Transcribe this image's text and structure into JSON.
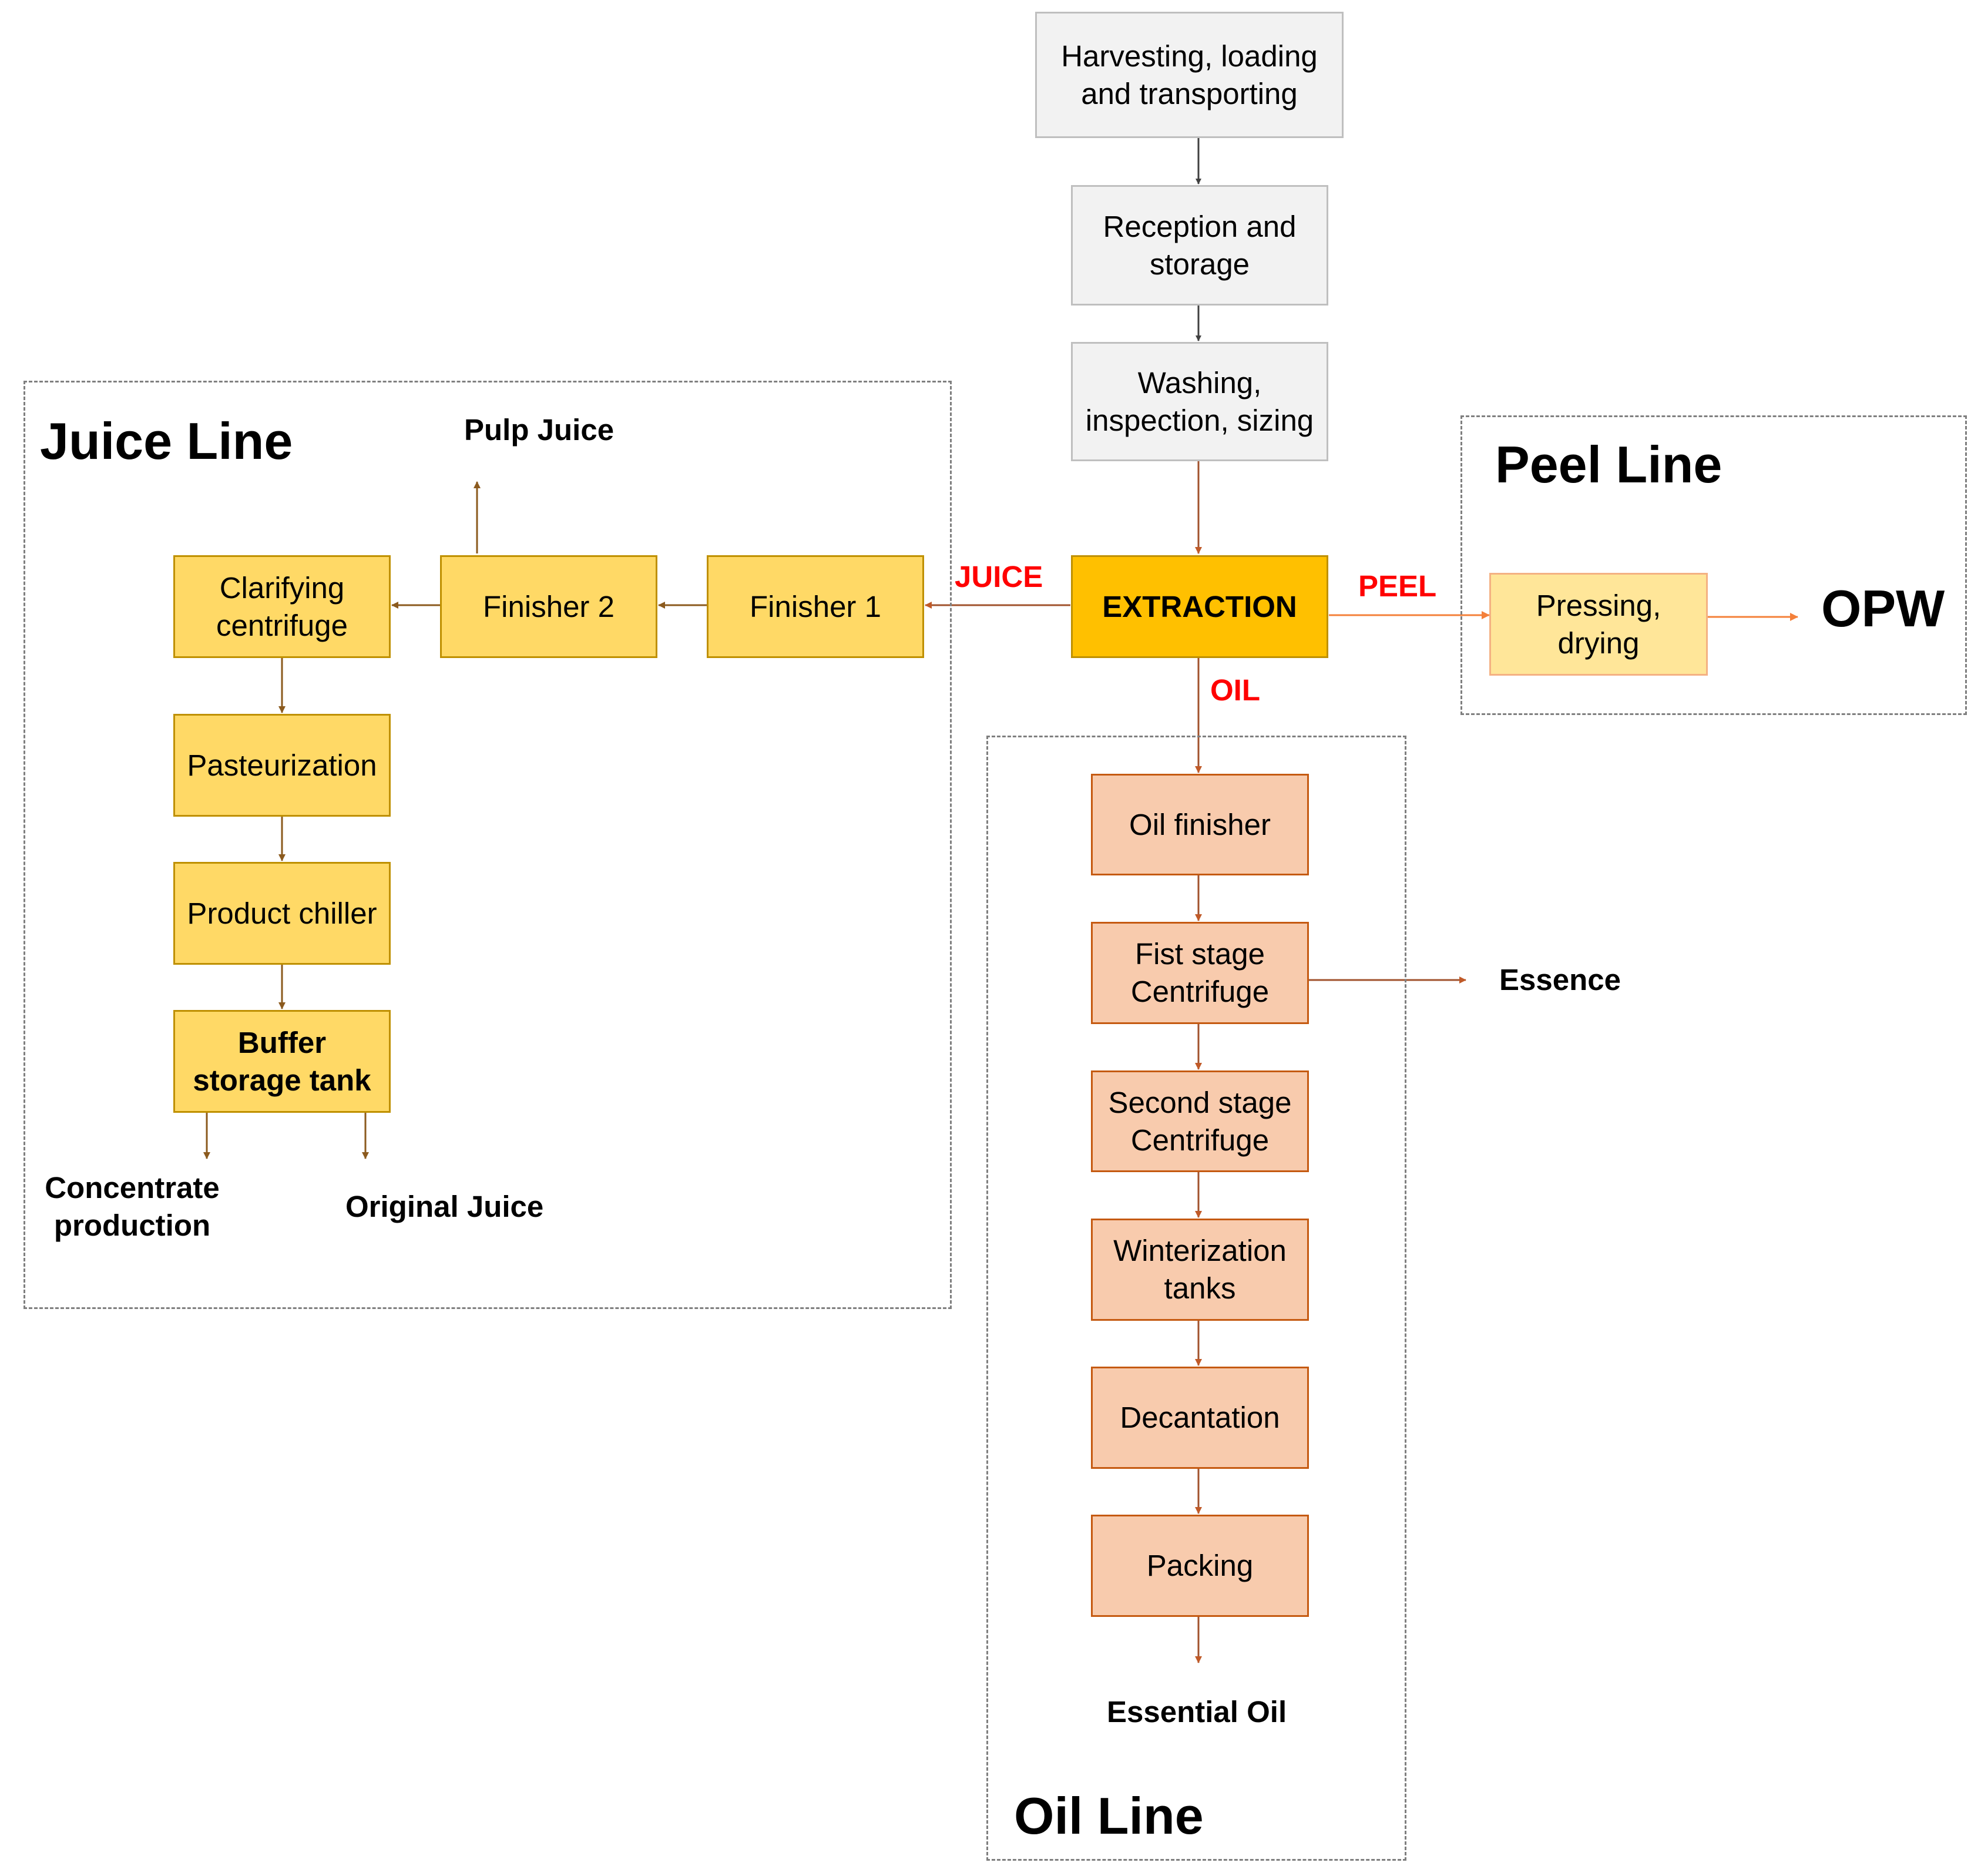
{
  "sections": {
    "juice_line": "Juice Line",
    "peel_line": "Peel Line",
    "oil_line": "Oil Line"
  },
  "streams": {
    "juice": "JUICE",
    "peel": "PEEL",
    "oil": "OIL"
  },
  "steps": {
    "harvesting": "Harvesting, loading\nand transporting",
    "reception": "Reception and\nstorage",
    "washing": "Washing,\ninspection, sizing",
    "extraction": "EXTRACTION",
    "finisher1": "Finisher 1",
    "finisher2": "Finisher 2",
    "clarifying": "Clarifying\ncentrifuge",
    "pasteurization": "Pasteurization",
    "chiller": "Product chiller",
    "buffer": "Buffer\nstorage tank",
    "pressing": "Pressing,\ndrying",
    "oil_finisher": "Oil finisher",
    "first_centrifuge": "Fist stage\nCentrifuge",
    "second_centrifuge": "Second stage\nCentrifuge",
    "winterization": "Winterization\ntanks",
    "decantation": "Decantation",
    "packing": "Packing"
  },
  "products": {
    "pulp_juice": "Pulp Juice",
    "concentrate": "Concentrate\nproduction",
    "original_juice": "Original Juice",
    "opw": "OPW",
    "essence": "Essence",
    "essential_oil": "Essential Oil"
  },
  "colors": {
    "gray_fill": "#f2f2f2",
    "juice_fill": "#ffd966",
    "extraction_fill": "#ffc000",
    "peel_fill": "#ffe699",
    "oil_fill": "#f8cbad",
    "stream_label": "#ff0000"
  }
}
